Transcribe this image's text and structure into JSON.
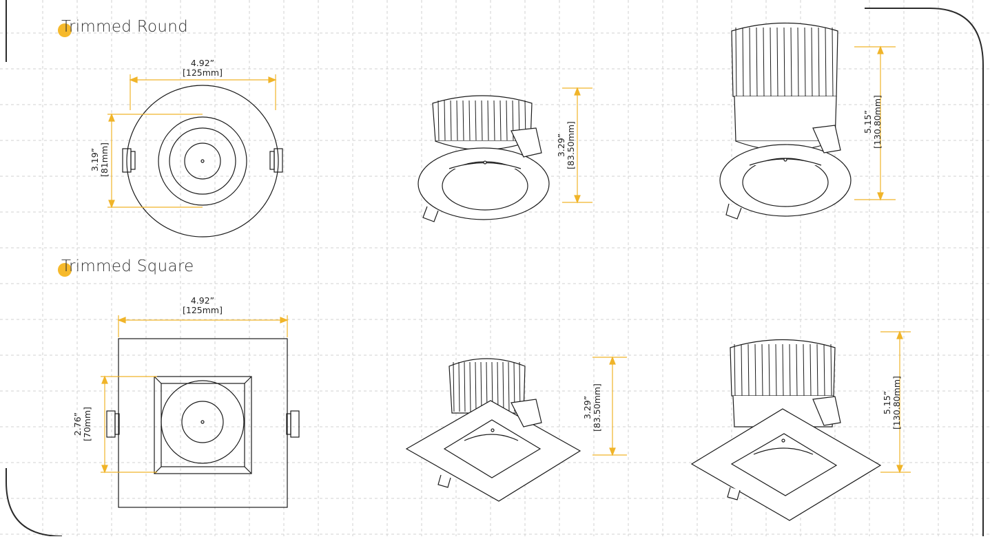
{
  "sections": {
    "round": {
      "title": "Trimmed Round"
    },
    "square": {
      "title": "Trimmed Square"
    }
  },
  "dimensions": {
    "round_width": {
      "in": "4.92”",
      "mm": "[125mm]"
    },
    "round_cutout": {
      "in": "3.19”",
      "mm": "[81mm]"
    },
    "round_height_trim": {
      "in": "3.29”",
      "mm": "[83.50mm]"
    },
    "round_height_full": {
      "in": "5.15”",
      "mm": "[130.80mm]"
    },
    "square_width": {
      "in": "4.92”",
      "mm": "[125mm]"
    },
    "square_cutout": {
      "in": "2.76”",
      "mm": "[70mm]"
    },
    "square_height_trim": {
      "in": "3.29”",
      "mm": "[83.50mm]"
    },
    "square_height_full": {
      "in": "5.15”",
      "mm": "[130.80mm]"
    }
  },
  "colors": {
    "accent": "#f6b92b",
    "dimension_line": "#f0b429",
    "outline": "#1a1a1a",
    "grid": "#c8c8c8",
    "frame": "#2a2a2a"
  }
}
